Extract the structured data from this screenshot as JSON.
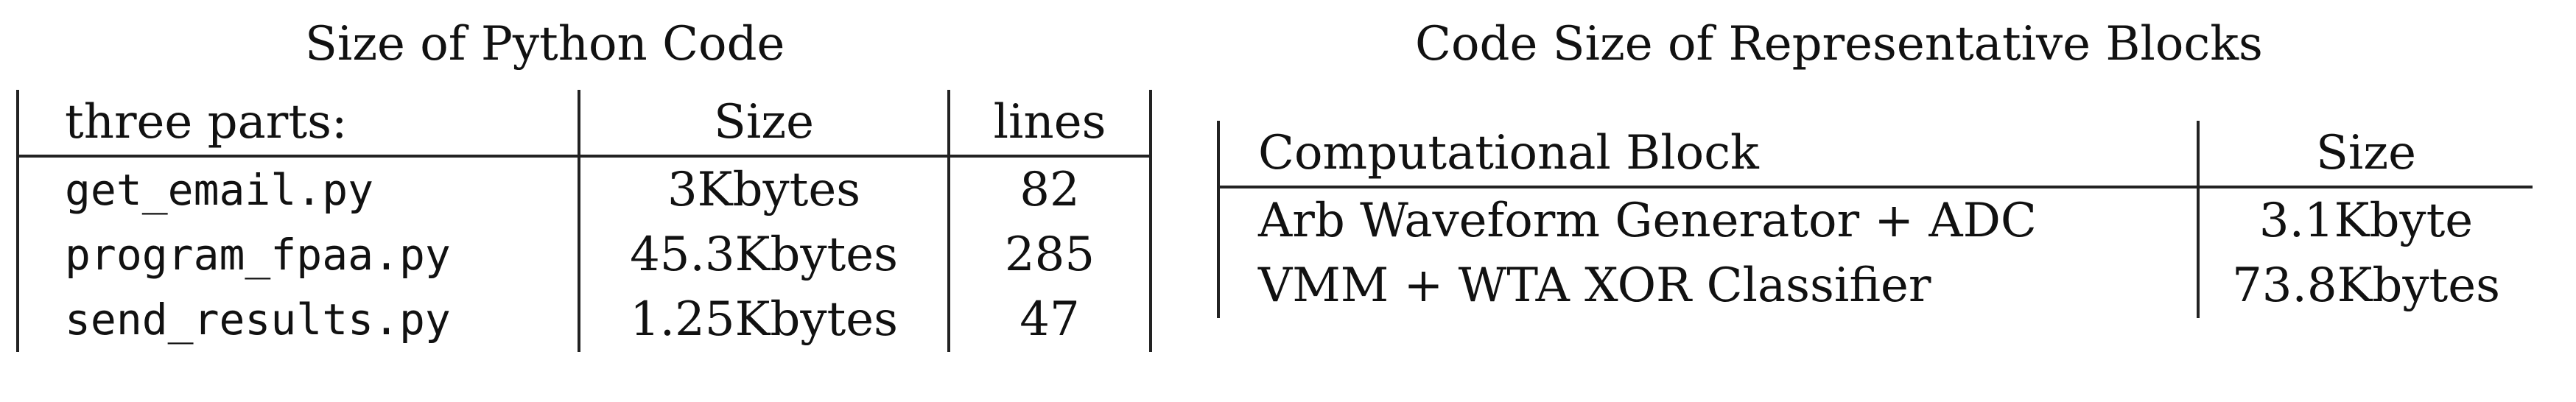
{
  "table1": {
    "title": "Size of Python Code",
    "headers": [
      "three parts:",
      "Size",
      "lines"
    ],
    "rows": [
      [
        "get_email.py",
        "3Kbytes",
        "82"
      ],
      [
        "program_fpaa.py",
        "45.3Kbytes",
        "285"
      ],
      [
        "send_results.py",
        "1.25Kbytes",
        "47"
      ]
    ]
  },
  "table2": {
    "title": "Code Size of Representative Blocks",
    "headers": [
      "Computational Block",
      "Size"
    ],
    "rows": [
      [
        "Arb Waveform Generator + ADC",
        "3.1Kbyte"
      ],
      [
        "VMM + WTA XOR Classifier",
        "73.8Kbytes"
      ]
    ]
  }
}
